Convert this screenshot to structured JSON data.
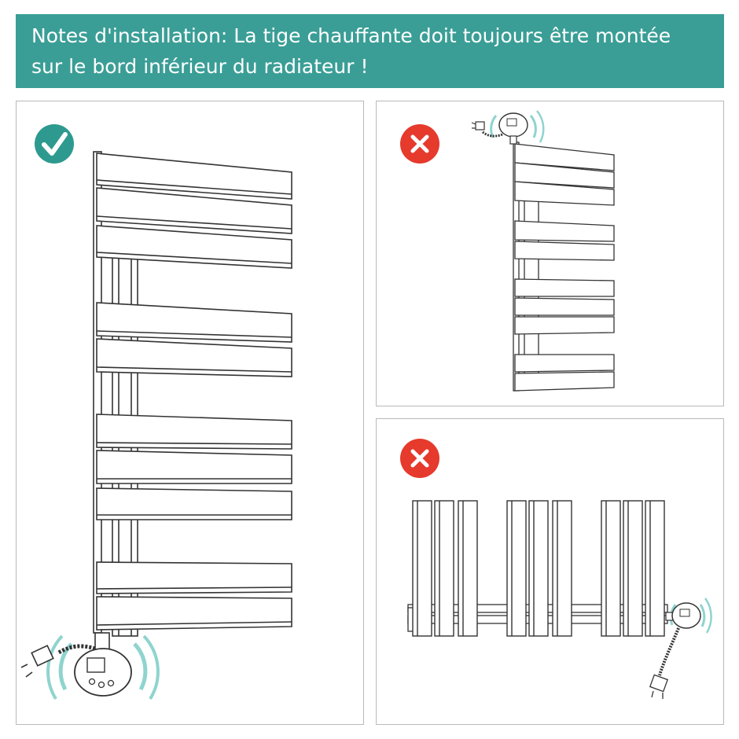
{
  "header": {
    "line1": "Notes d'installation: La tige chauffante doit toujours être montée",
    "line2": "sur le bord inférieur du radiateur !"
  },
  "colors": {
    "banner": "#3a9e96",
    "correct": "#2e9a8f",
    "wrong": "#e53a2c",
    "glow": "#8fd4ce"
  },
  "panels": [
    {
      "id": "correct",
      "status_icon": "check-icon"
    },
    {
      "id": "wrong-top",
      "status_icon": "cross-icon"
    },
    {
      "id": "wrong-horizontal",
      "status_icon": "cross-icon"
    }
  ]
}
